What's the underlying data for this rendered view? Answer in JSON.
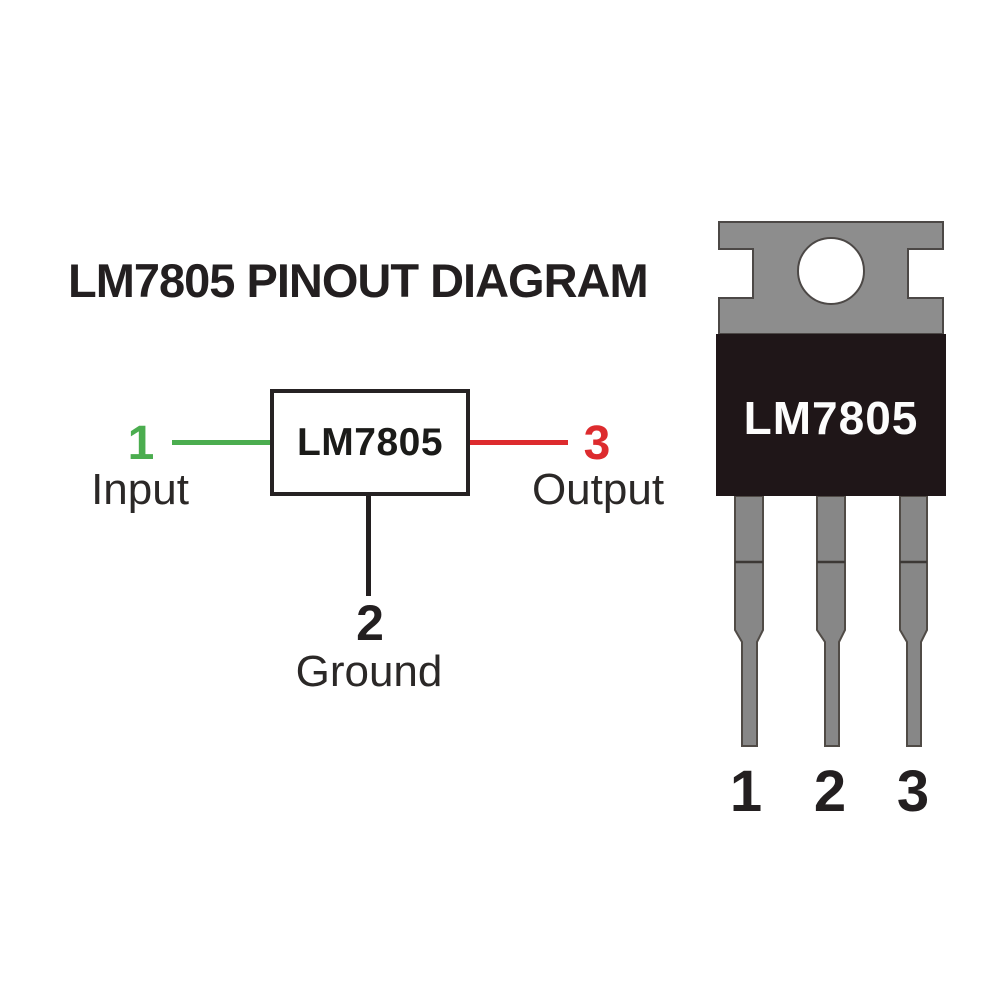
{
  "title": "LM7805 PINOUT DIAGRAM",
  "schematic": {
    "chip_label": "LM7805",
    "pin1": {
      "number": "1",
      "name": "Input",
      "color": "#4bad4f"
    },
    "pin2": {
      "number": "2",
      "name": "Ground",
      "color": "#231f20"
    },
    "pin3": {
      "number": "3",
      "name": "Output",
      "color": "#dd2b2e"
    }
  },
  "package": {
    "label": "LM7805",
    "pin_numbers": [
      "1",
      "2",
      "3"
    ],
    "colors": {
      "tab": "#8d8d8d",
      "body": "#1f1618",
      "leads": "#878787",
      "hole": "#ffffff",
      "label_text": "#fcfcfc"
    }
  }
}
